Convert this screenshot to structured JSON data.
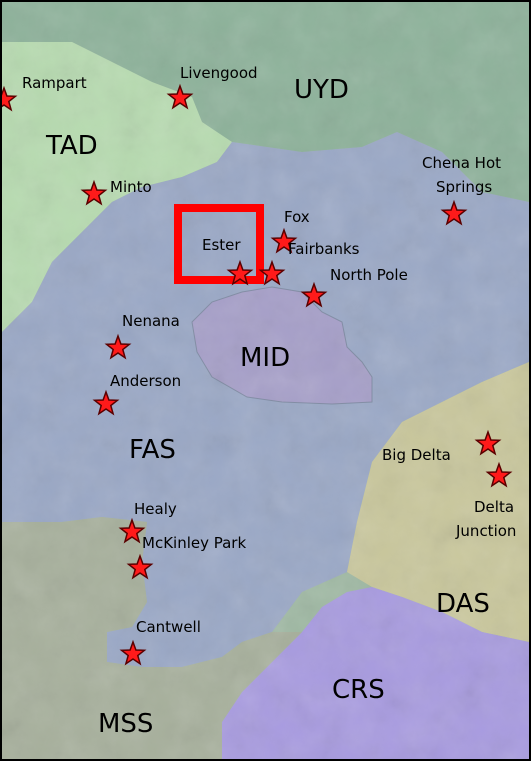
{
  "map": {
    "regions": [
      {
        "id": "uyd",
        "label": "UYD",
        "color": "#8db29a"
      },
      {
        "id": "tad",
        "label": "TAD",
        "color": "#b7dbb0"
      },
      {
        "id": "fas",
        "label": "FAS",
        "color": "#9aa8c6"
      },
      {
        "id": "mid",
        "label": "MID",
        "color": "#a69fc9"
      },
      {
        "id": "das",
        "label": "DAS",
        "color": "#c9c79c"
      },
      {
        "id": "crs",
        "label": "CRS",
        "color": "#a89be0"
      },
      {
        "id": "mss",
        "label": "MSS",
        "color": "#a7b09c"
      }
    ],
    "places": [
      {
        "id": "rampart",
        "label": "Rampart"
      },
      {
        "id": "livengood",
        "label": "Livengood"
      },
      {
        "id": "minto",
        "label": "Minto"
      },
      {
        "id": "chena-hot-springs",
        "label": "Chena Hot",
        "label2": "Springs"
      },
      {
        "id": "fox",
        "label": "Fox"
      },
      {
        "id": "ester",
        "label": "Ester"
      },
      {
        "id": "fairbanks",
        "label": "Fairbanks"
      },
      {
        "id": "north-pole",
        "label": "North Pole"
      },
      {
        "id": "nenana",
        "label": "Nenana"
      },
      {
        "id": "anderson",
        "label": "Anderson"
      },
      {
        "id": "big-delta",
        "label": "Big Delta"
      },
      {
        "id": "delta-junction",
        "label": "Delta",
        "label2": "Junction"
      },
      {
        "id": "healy",
        "label": "Healy"
      },
      {
        "id": "mckinley-park",
        "label": "McKinley Park"
      },
      {
        "id": "cantwell",
        "label": "Cantwell"
      }
    ],
    "colors": {
      "star_fill": "#ff1a1a",
      "star_stroke": "#5a0000",
      "highlight_box": "#ff0000",
      "border": "#000000"
    }
  }
}
